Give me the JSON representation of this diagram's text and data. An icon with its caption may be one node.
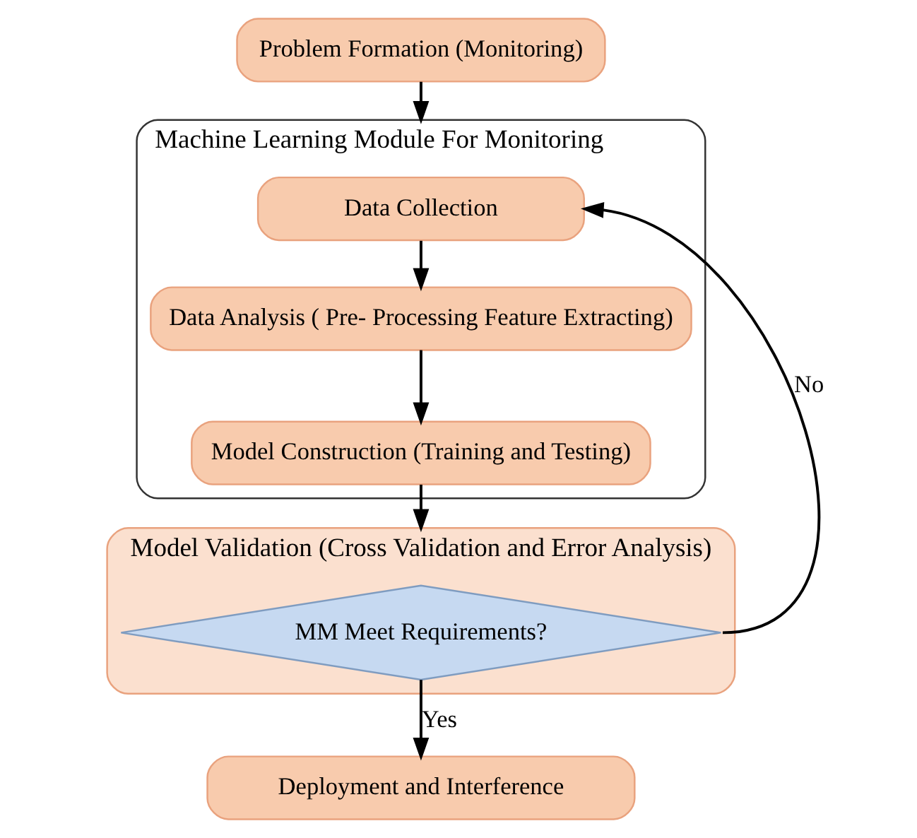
{
  "diagram": {
    "nodes": [
      {
        "text": [
          "Problem Formation (Monitoring)"
        ]
      },
      {
        "text": [
          "Machine Learning Module For Monitoring"
        ]
      },
      {
        "text": [
          "Data Collection"
        ],
        "in": 1
      },
      {
        "text": [
          "Data Analysis ( Pre- Processing Feature Extracting)"
        ],
        "in": 1
      },
      {
        "text": [
          "Model Construction (Training and Testing)"
        ],
        "in": 1
      },
      {
        "text": [
          "Model Validation (Cross Validation and Error Analysis)"
        ]
      },
      {
        "text": [
          "MM Meet Requirements?"
        ],
        "in": 5
      },
      {
        "text": [
          "Deployment and Interference"
        ]
      }
    ],
    "edges": [
      {
        "from": 0,
        "to": 1,
        "arrow": "to"
      },
      {
        "from": 2,
        "to": 3,
        "arrow": "to"
      },
      {
        "from": 3,
        "to": 4,
        "arrow": "to"
      },
      {
        "from": 4,
        "to": 5,
        "arrow": "to"
      },
      {
        "from": 6,
        "to": 2,
        "arrow": "to",
        "label": "No"
      },
      {
        "from": 6,
        "to": 7,
        "arrow": "to",
        "label": "Yes"
      }
    ]
  }
}
